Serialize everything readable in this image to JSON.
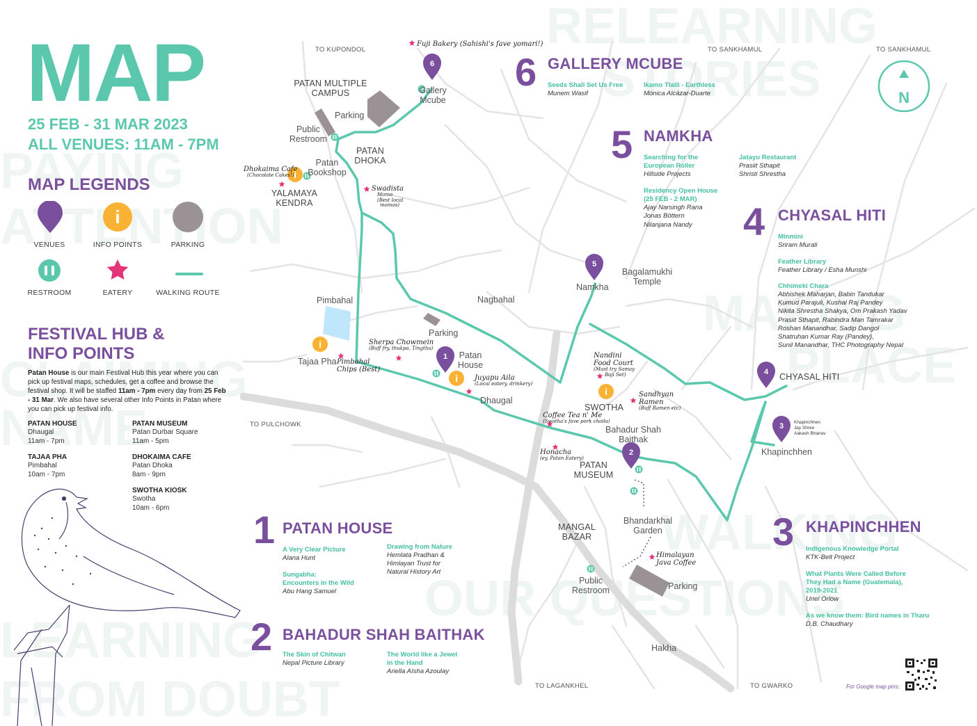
{
  "title": "MAP",
  "dates": "25 FEB - 31 MAR 2023",
  "hours": "ALL VENUES: 11AM - 7PM",
  "legends_title": "MAP LEGENDS",
  "legends": {
    "venues": "VENUES",
    "info_points": "INFO POINTS",
    "parking": "PARKING",
    "restroom": "RESTROOM",
    "eatery": "EATERY",
    "walking_route": "WALKING ROUTE"
  },
  "hub": {
    "title_line1": "FESTIVAL HUB &",
    "title_line2": "INFO POINTS",
    "desc_bold1": "Patan House",
    "desc_part1": " is our main Festival Hub this year where you can pick up festival maps, schedules, get a coffee and browse the festival shop. It will be staffed ",
    "desc_bold2": "11am - 7pm",
    "desc_part2": " every day from ",
    "desc_bold3": "25 Feb - 31 Mar",
    "desc_part3": ". We also have several other Info Points in Patan where you can pick up festival info.",
    "points": [
      {
        "name": "PATAN HOUSE",
        "location": "Dhaugal",
        "time": "11am - 7pm"
      },
      {
        "name": "PATAN  MUSEUM",
        "location": "Patan Durbar Square",
        "time": "11am - 5pm"
      },
      {
        "name": "TAJAA PHA",
        "location": "Pimbahal",
        "time": "10am - 7pm"
      },
      {
        "name": "DHOKAIMA CAFE",
        "location": "Patan Dhoka",
        "time": "8am - 9pm"
      },
      {
        "name": "SWOTHA KIOSK",
        "location": "Swotha",
        "time": "10am - 6pm"
      }
    ]
  },
  "background_words": [
    "RELEARNING",
    "STORIES",
    "PAYING",
    "ATTENTION",
    "MAKING",
    "PLACE",
    "CLAIMING",
    "NAME",
    "WALKING",
    "OUR QUESTIONS",
    "LEARNING",
    "FROM DOUBT"
  ],
  "venues": [
    {
      "num": "1",
      "name": "PATAN HOUSE",
      "works": [
        {
          "title": "A Very Clear Picture",
          "artist": "Alana Hunt"
        },
        {
          "title": "Sungabha:",
          "title2": "Encounters in the Wild",
          "artist": "Abu Hang Samuel"
        },
        {
          "title": "Drawing from Nature",
          "artist": "Hemlata Pradhan &",
          "artist2": "Himlayan Trust for",
          "artist3": "Natural History Art"
        }
      ]
    },
    {
      "num": "2",
      "name": "BAHADUR SHAH BAITHAK",
      "works": [
        {
          "title": "The Skin of Chitwan",
          "artist": "Nepal Picture Library"
        },
        {
          "title": "The World like a Jewel",
          "title2": "in the Hand",
          "artist": "Ariella Aïsha Azoulay"
        }
      ]
    },
    {
      "num": "3",
      "name": "KHAPINCHHEN",
      "works": [
        {
          "title": "Indigenous Knowledge Portal",
          "artist": "KTK-Belt Project"
        },
        {
          "title": "What Plants Were Called Before",
          "title2": "They Had a Name (Guatemala),",
          "title3": "2019-2021",
          "artist": "Uriel Orlow"
        },
        {
          "title": "As we know them: Bird names in Tharu",
          "artist": "D.B. Chaudhary"
        }
      ]
    },
    {
      "num": "4",
      "name": "CHYASAL HITI",
      "works": [
        {
          "title": "Minmini",
          "artist": "Sriram Murali"
        },
        {
          "title": "Feather Library",
          "artist": "Feather Library / Esha Munshi"
        },
        {
          "title": "Chhimeki Chara",
          "artists": [
            "Abhishek Maharjan, Babin Tandukar",
            "Kumud Parajuli, Kushal Raj Pandey",
            "Nikita Shrestha Shakya, Om Prakash Yadav",
            "Prasiit Sthapit, Rabindra Man Tamrakar",
            "Roshan Manandhar, Sadip Dangol",
            "Shatruhan Kumar Ray (Pandey),",
            "Sunil Manandhar, THC Photography Nepal"
          ]
        }
      ]
    },
    {
      "num": "5",
      "name": "NAMKHA",
      "works": [
        {
          "title": "Searching for the",
          "title2": "European Roller",
          "artist": "Hillside Projects"
        },
        {
          "title": "Jatayu Restaurant",
          "artist": "Prasiit Sthapit",
          "artist2": "Shristi Shrestha"
        },
        {
          "title": "Residency Open House",
          "title2": "(25 FEB - 2 MAR)",
          "artist": "Ajay Narsingh Rana",
          "artist2": "Jonas Böttern",
          "artist3": "Nilanjana Nandy"
        }
      ]
    },
    {
      "num": "6",
      "name": "GALLERY MCUBE",
      "works": [
        {
          "title": "Seeds Shall Set Us Free",
          "artist": "Munem Wasif"
        },
        {
          "title": "Ikamo Tlalli - Earthless",
          "artist": "Mónica Alcázar-Duarte"
        }
      ]
    }
  ],
  "map_labels": {
    "to_kupondol": "TO KUPONDOL",
    "to_sankhamul_1": "TO SANKHAMUL",
    "to_sankhamul_2": "TO SANKHAMUL",
    "to_pulchowk": "TO PULCHOWK",
    "to_lagankhel": "TO LAGANKHEL",
    "to_gwarko": "TO GWARKO",
    "patan_multiple_campus_1": "PATAN MULTIPLE",
    "patan_multiple_campus_2": "CAMPUS",
    "parking": "Parking",
    "public_restroom_1": "Public",
    "public_restroom_2": "Restroom",
    "patan_dhoka_1": "PATAN",
    "patan_dhoka_2": "DHOKA",
    "patan_bookshop_1": "Patan",
    "patan_bookshop_2": "Bookshop",
    "yalamaya_1": "YALAMAYA",
    "yalamaya_2": "KENDRA",
    "gallery_mcube_1": "Gallery",
    "gallery_mcube_2": "Mcube",
    "pimbahal": "Pimbahal",
    "tajaa_pha": "Tajaa Pha",
    "nagbahal": "Nagbahal",
    "patan_house_1": "Patan",
    "patan_house_2": "House",
    "dhaugal": "Dhaugal",
    "namkha": "Namkha",
    "bagalamukhi_1": "Bagalamukhi",
    "bagalamukhi_2": "Temple",
    "swotha": "SWOTHA",
    "bahadur_shah_1": "Bahadur Shah",
    "bahadur_shah_2": "Baithak",
    "patan_museum_1": "PATAN",
    "patan_museum_2": "MUSEUM",
    "chyasal_hiti": "CHYASAL HITI",
    "khapinchhen": "Khapinchhen",
    "mangal_bazar_1": "MANGAL",
    "mangal_bazar_2": "BAZAR",
    "bhandarkhal_1": "Bhandarkhal",
    "bhandarkhal_2": "Garden",
    "hakha": "Hakha",
    "compass_n": "N"
  },
  "eateries": {
    "fuji_bakery": "Fuji Bakery (Sahishi's fave yomari!)",
    "dhokaima_cafe_1": "Dhokaima Cafe",
    "dhokaima_cafe_2": "(Chocolate Cakes!)",
    "swadista_1": "Swadista",
    "swadista_2": "Momo",
    "swadista_3": "(Best local",
    "swadista_4": "momos)",
    "sherpa_1": "Sherpa Chowmein",
    "sherpa_2": "(Buff fry, thukpa, Tingtha)",
    "pimbahal_chips_1": "Pimbahal",
    "pimbahal_chips_2": "Chips (Best)",
    "juyapu_1": "Juyapu Aila",
    "juyapu_2": "(Local eatery, drinkery)",
    "nandini_1": "Nandini",
    "nandini_2": "Food Court",
    "nandini_3": "(Must try Samay",
    "nandini_4": "Baji Set)",
    "sandhyan_1": "Sandhyan",
    "sandhyan_2": "Ramen",
    "sandhyan_3": "(Buff Ramen etc)",
    "coffee_tea_1": "Coffee Tea n' Me",
    "coffee_tea_2": "(Swotha's fave pork choila)",
    "honacha_1": "Honacha",
    "honacha_2": "(ey, Patan Eatery)",
    "himalayan_java_1": "Himalayan",
    "himalayan_java_2": "Java Coffee"
  },
  "khapinchhen_small": [
    "Khapinchhen",
    "Jay Shree",
    "Aakash Bhairav"
  ],
  "qr_note": "For Google map pins:",
  "colors": {
    "teal": "#5bc8ae",
    "purple": "#7a4f9e",
    "orange": "#f9b233",
    "pink": "#e5337a",
    "gray": "#9a9295",
    "road": "#e6e6e6",
    "bg_word": "#f1f6f4"
  }
}
